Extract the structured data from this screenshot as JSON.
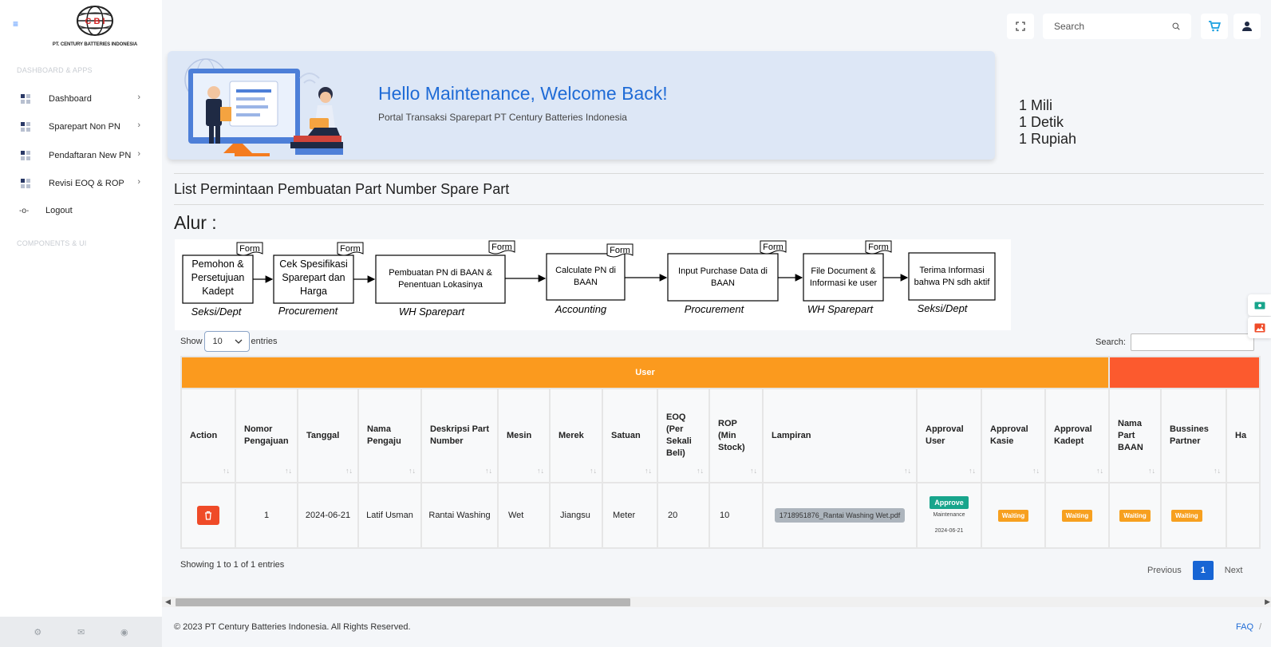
{
  "sidebar": {
    "company_name": "PT. CENTURY BATTERIES INDONESIA",
    "logo_text": "C B I",
    "section_dashboard": "DASHBOARD & APPS",
    "section_components": "COMPONENTS & UI",
    "items": [
      {
        "label": "Dashboard"
      },
      {
        "label": "Sparepart Non PN"
      },
      {
        "label": "Pendaftaran New PN"
      },
      {
        "label": "Revisi EOQ & ROP"
      }
    ],
    "logout_label": "Logout"
  },
  "topbar": {
    "search_placeholder": "Search"
  },
  "banner": {
    "title": "Hello Maintenance, Welcome Back!",
    "subtitle": "Portal Transaksi Sparepart PT Century Batteries Indonesia"
  },
  "tagline": {
    "line1": "1 Mili",
    "line2": "1 Detik",
    "line3": "1 Rupiah"
  },
  "page": {
    "list_title": "List Permintaan Pembuatan Part Number Spare Part",
    "alur_title": "Alur :"
  },
  "flow": {
    "steps": [
      {
        "text1": "Pemohon &",
        "text2": "Persetujuan",
        "text3": "Kadept",
        "role": "Seksi/Dept",
        "tag": "Form"
      },
      {
        "text1": "Cek Spesifikasi",
        "text2": "Sparepart dan",
        "text3": "Harga",
        "role": "Procurement",
        "tag": "Form"
      },
      {
        "text1": "Pembuatan PN di BAAN  &",
        "text2": "Penentuan Lokasinya",
        "role": "WH Sparepart",
        "tag": "Form"
      },
      {
        "text1": "Calculate PN di",
        "text2": "BAAN",
        "role": "Accounting",
        "tag": "Form"
      },
      {
        "text1": "Input Purchase Data di",
        "text2": "BAAN",
        "role": "Procurement",
        "tag": "Form"
      },
      {
        "text1": "File Document &",
        "text2": "Informasi ke user",
        "role": "WH Sparepart",
        "tag": "Form"
      },
      {
        "text1": "Terima Informasi",
        "text2": "bahwa PN sdh aktif",
        "role": "Seksi/Dept"
      }
    ]
  },
  "datatable": {
    "show_label": "Show",
    "entries_value": "10",
    "entries_label": "entries",
    "search_label": "Search:",
    "group_user": "User",
    "columns": [
      {
        "label": "Action"
      },
      {
        "label": "Nomor Pengajuan"
      },
      {
        "label": "Tanggal"
      },
      {
        "label": "Nama Pengaju"
      },
      {
        "label": "Deskripsi Part Number"
      },
      {
        "label": "Mesin"
      },
      {
        "label": "Merek"
      },
      {
        "label": "Satuan"
      },
      {
        "label": "EOQ (Per Sekali Beli)"
      },
      {
        "label": "ROP (Min Stock)"
      },
      {
        "label": "Lampiran"
      },
      {
        "label": "Approval User"
      },
      {
        "label": "Approval Kasie"
      },
      {
        "label": "Approval Kadept"
      },
      {
        "label": "Nama Part BAAN"
      },
      {
        "label": "Bussines Partner"
      },
      {
        "label": "Ha"
      }
    ],
    "row": {
      "nomor": "1",
      "tanggal": "2024-06-21",
      "nama_pengaju": "Latif Usman",
      "deskripsi": "Rantai Washing",
      "mesin": "Wet",
      "merek": "Jiangsu",
      "satuan": "Meter",
      "eoq": "20",
      "rop": "10",
      "lampiran": "1718951876_Rantai Washing Wet.pdf",
      "approval_user_status": "Approve",
      "approval_user_by": "Maintenance",
      "approval_user_date": "2024-06-21",
      "approval_kasie": "Waiting",
      "approval_kadept": "Waiting",
      "nama_part_baan": "Waiting",
      "bussines_partner": "Waiting"
    },
    "info": "Showing 1 to 1 of 1 entries",
    "prev_label": "Previous",
    "current_page": "1",
    "next_label": "Next"
  },
  "footer": {
    "copyright": "© 2023 PT Century Batteries Indonesia. All Rights Reserved.",
    "faq": "FAQ",
    "separator": "/"
  },
  "colors": {
    "accent": "#1f6bd6",
    "user_group": "#fb9a1e",
    "next_group": "#fc5a2e",
    "approve": "#18a58c",
    "waiting": "#f7a01f",
    "delete": "#ef4b28"
  },
  "icons": {
    "menu": "hamburger-icon",
    "fullscreen": "fullscreen-icon",
    "search": "search-icon",
    "cart": "cart-icon",
    "user": "user-icon",
    "delete": "trash-icon",
    "settings": "gear-icon",
    "mail": "mail-icon",
    "power": "power-icon"
  }
}
